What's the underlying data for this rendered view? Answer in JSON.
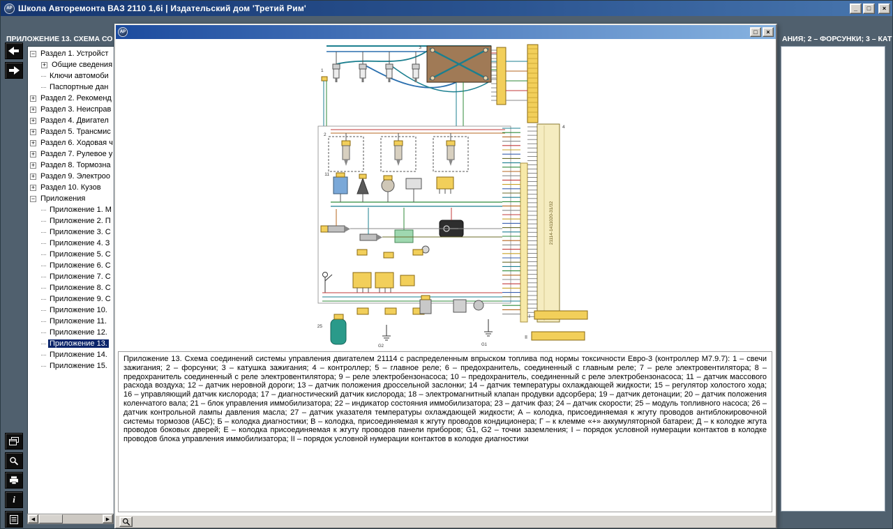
{
  "titlebar": {
    "title": "Школа Авторемонта ВАЗ 2110 1,6i | Издательский дом 'Третий Рим'",
    "icon_text": "АР",
    "controls": {
      "minimize": "_",
      "maximize": "□",
      "close": "×"
    }
  },
  "header": {
    "left_text": "ПРИЛОЖЕНИЕ 13. СХЕМА СО",
    "right_text": "АНИЯ; 2 – ФОРСУНКИ; 3 – КАТ"
  },
  "nav": {
    "back_icon": "arrow-left",
    "forward_icon": "arrow-right"
  },
  "side_tools": {
    "icons": [
      "cascade-windows",
      "zoom",
      "print",
      "info",
      "notes"
    ],
    "info_glyph": "i"
  },
  "tree": {
    "items": [
      {
        "label": "Раздел 1. Устройст",
        "level": 0,
        "glyph": "minus",
        "selected": false
      },
      {
        "label": "Общие сведения",
        "level": 1,
        "glyph": "plus",
        "selected": false
      },
      {
        "label": "Ключи автомоби",
        "level": 1,
        "glyph": "leaf",
        "selected": false
      },
      {
        "label": "Паспортные дан",
        "level": 1,
        "glyph": "leaf",
        "selected": false
      },
      {
        "label": "Раздел 2. Рекоменд",
        "level": 0,
        "glyph": "plus",
        "selected": false
      },
      {
        "label": "Раздел 3. Неисправ",
        "level": 0,
        "glyph": "plus",
        "selected": false
      },
      {
        "label": "Раздел 4. Двигател",
        "level": 0,
        "glyph": "plus",
        "selected": false
      },
      {
        "label": "Раздел 5. Трансмис",
        "level": 0,
        "glyph": "plus",
        "selected": false
      },
      {
        "label": "Раздел 6. Ходовая ч",
        "level": 0,
        "glyph": "plus",
        "selected": false
      },
      {
        "label": "Раздел 7. Рулевое у",
        "level": 0,
        "glyph": "plus",
        "selected": false
      },
      {
        "label": "Раздел 8. Тормозна",
        "level": 0,
        "glyph": "plus",
        "selected": false
      },
      {
        "label": "Раздел 9. Электроо",
        "level": 0,
        "glyph": "plus",
        "selected": false
      },
      {
        "label": "Раздел 10. Кузов",
        "level": 0,
        "glyph": "plus",
        "selected": false
      },
      {
        "label": "Приложения",
        "level": 0,
        "glyph": "minus",
        "selected": false
      },
      {
        "label": "Приложение 1. М",
        "level": 1,
        "glyph": "leaf",
        "selected": false
      },
      {
        "label": "Приложение 2. П",
        "level": 1,
        "glyph": "leaf",
        "selected": false
      },
      {
        "label": "Приложение 3. С",
        "level": 1,
        "glyph": "leaf",
        "selected": false
      },
      {
        "label": "Приложение 4. З",
        "level": 1,
        "glyph": "leaf",
        "selected": false
      },
      {
        "label": "Приложение 5. С",
        "level": 1,
        "glyph": "leaf",
        "selected": false
      },
      {
        "label": "Приложение 6. С",
        "level": 1,
        "glyph": "leaf",
        "selected": false
      },
      {
        "label": "Приложение 7. С",
        "level": 1,
        "glyph": "leaf",
        "selected": false
      },
      {
        "label": "Приложение 8. С",
        "level": 1,
        "glyph": "leaf",
        "selected": false
      },
      {
        "label": "Приложение 9. С",
        "level": 1,
        "glyph": "leaf",
        "selected": false
      },
      {
        "label": "Приложение 10.",
        "level": 1,
        "glyph": "leaf",
        "selected": false
      },
      {
        "label": "Приложение 11.",
        "level": 1,
        "glyph": "leaf",
        "selected": false
      },
      {
        "label": "Приложение 12.",
        "level": 1,
        "glyph": "leaf",
        "selected": false
      },
      {
        "label": "Приложение 13.",
        "level": 1,
        "glyph": "leaf",
        "selected": true
      },
      {
        "label": "Приложение 14.",
        "level": 1,
        "glyph": "leaf",
        "selected": false
      },
      {
        "label": "Приложение 15.",
        "level": 1,
        "glyph": "leaf",
        "selected": false
      }
    ]
  },
  "scrollbar": {
    "left": "◀",
    "right": "▶"
  },
  "child_window": {
    "icon_text": "АР",
    "controls": {
      "maximize": "□",
      "close": "×"
    },
    "caption": "Приложение 13. Схема соединений системы управления двигателем 21114 с распределенным впрыском топлива под нормы токсичности Евро-3 (контроллер М7.9.7): 1 – свечи зажигания; 2 – форсунки; 3 – катушка зажигания; 4 – контроллер; 5 – главное реле; 6 – предохранитель, соединенный с главным реле; 7 – реле электровентилятора; 8 – предохранитель соединенный с реле электровентилятора; 9 – реле электробензонасоса; 10 – предохранитель, соединенный с реле электробензонасоса; 11 – датчик массового расхода воздуха; 12 – датчик неровной дороги; 13 – датчик положения дроссельной заслонки; 14 – датчик температуры охлаждающей жидкости; 15 – регулятор холостого хода; 16 – управляющий датчик кислорода; 17 – диагностический датчик кислорода; 18 – электромагнитный клапан продувки адсорбера; 19 – датчик детонации; 20 – датчик положения коленчатого вала; 21 – блок управления иммобилизатора; 22 – индикатор состояния иммобилизатора; 23 – датчик фаз; 24 – датчик скорости; 25 – модуль топливного насоса; 26 – датчик контрольной лампы давления масла; 27 – датчик указателя температуры охлаждающей жидкости; А – колодка, присоединяемая к жгуту проводов антиблокировочной системы тормозов (АБС); Б – колодка диагностики; В – колодка, присоединяемая к жгуту проводов кондиционера; Г – к клемме «+» аккумуляторной батареи; Д – к колодке жгута проводов боковых дверей; Е – колодка присоединяемая к жгуту проводов панели приборов; G1, G2 – точки заземления; I – порядок условной нумерации контактов в колодке проводов блока управления иммобилизатора; II – порядок условной нумерации контактов в колодке диагностики"
  },
  "diagram": {
    "controller_label": "21114-1411020-31/32",
    "labels": {
      "plugs": "1",
      "injectors": "2",
      "coil": "3",
      "controller": "4",
      "maf": "11",
      "pump": "25",
      "strip1": "I",
      "strip2": "II",
      "g1": "G1",
      "g2": "G2"
    },
    "wire_colors": [
      "#1b7f8f",
      "#2f8a3a",
      "#b5651d",
      "#8a8a8a",
      "#c23a3a",
      "#c9a227",
      "#3a5fae",
      "#6b6b2a"
    ]
  },
  "colors": {
    "desktop": "#50606e",
    "titlebar_start": "#15356f",
    "titlebar_end": "#4876ae",
    "selection": "#0a246a",
    "button_face": "#d6d3ce",
    "connector_yellow": "#f2cf5a",
    "controller_beige": "#f5ecc0"
  }
}
